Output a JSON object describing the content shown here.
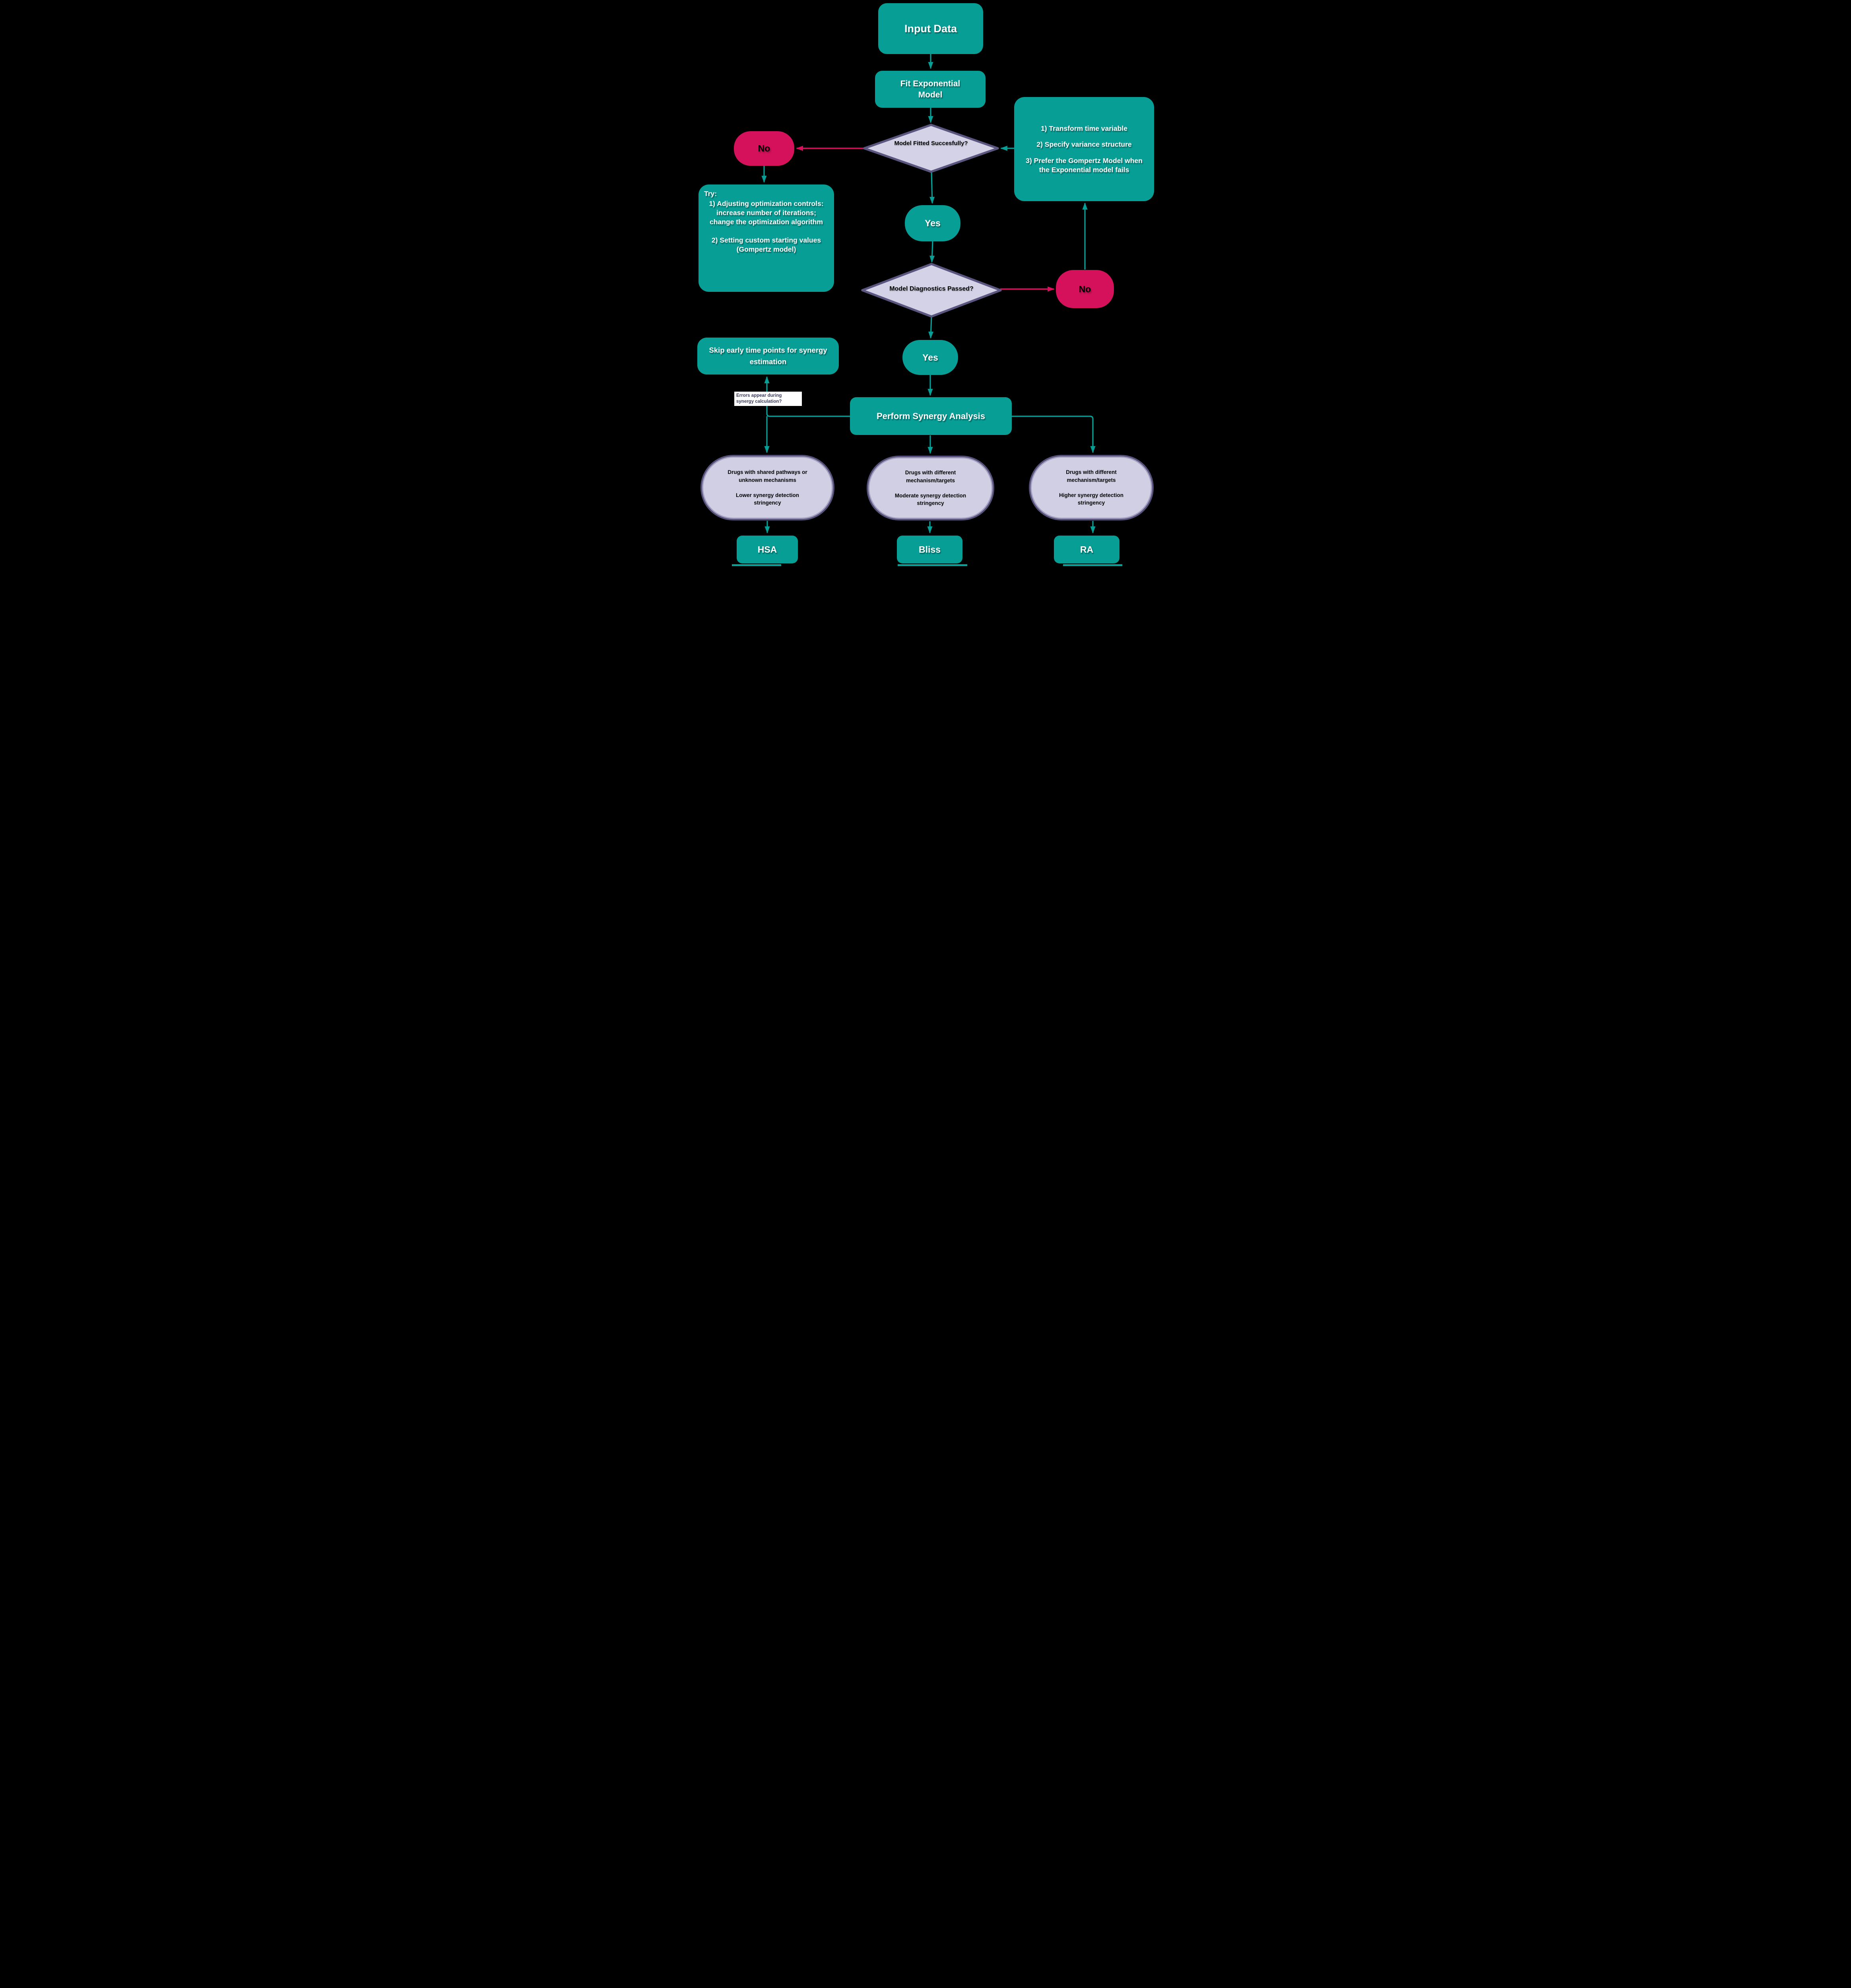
{
  "colors": {
    "teal": "#079E96",
    "crimson": "#D4115A",
    "lavender_fill": "#D0CFE3",
    "lavender_border": "#56527B",
    "label_text": "#3A3A5C",
    "background": "#000000",
    "text_on_teal": "#FFFFFF",
    "text_on_shapes": "#000000"
  },
  "nodes": {
    "input_data": {
      "label": "Input Data"
    },
    "fit_exponential": {
      "label": "Fit Exponential Model"
    },
    "remedies": {
      "items": [
        "1) Transform time variable",
        "2) Specify variance structure",
        "3) Prefer the Gompertz Model when the Exponential model fails"
      ]
    },
    "decision_fitted": {
      "label": "Model Fitted Succesfully?"
    },
    "no_fitted": {
      "label": "No"
    },
    "try_box": {
      "intro": "Try:",
      "item1": "1) Adjusting optimization controls: increase number of iterations; change the optimization algorithm",
      "item2": "2) Setting custom starting values (Gompertz model)"
    },
    "yes_fitted": {
      "label": "Yes"
    },
    "decision_diagnostics": {
      "label": "Model Diagnostics Passed?"
    },
    "no_diagnostics": {
      "label": "No"
    },
    "yes_diagnostics": {
      "label": "Yes"
    },
    "skip_box": {
      "label": "Skip early time points for synergy estimation"
    },
    "edge_label": {
      "label": "Errors appear during synergy calculation?"
    },
    "perform": {
      "label": "Perform Synergy Analysis"
    },
    "desc_hsa": {
      "line1": "Drugs with shared pathways or unknown mechanisms",
      "line2": "Lower synergy detection stringency"
    },
    "desc_bliss": {
      "line1": "Drugs with different mechanism/targets",
      "line2": "Moderate synergy detection stringency"
    },
    "desc_ra": {
      "line1": "Drugs with different mechanism/targets",
      "line2": "Higher synergy detection stringency"
    },
    "hsa": {
      "label": "HSA"
    },
    "bliss": {
      "label": "Bliss"
    },
    "ra": {
      "label": "RA"
    }
  }
}
